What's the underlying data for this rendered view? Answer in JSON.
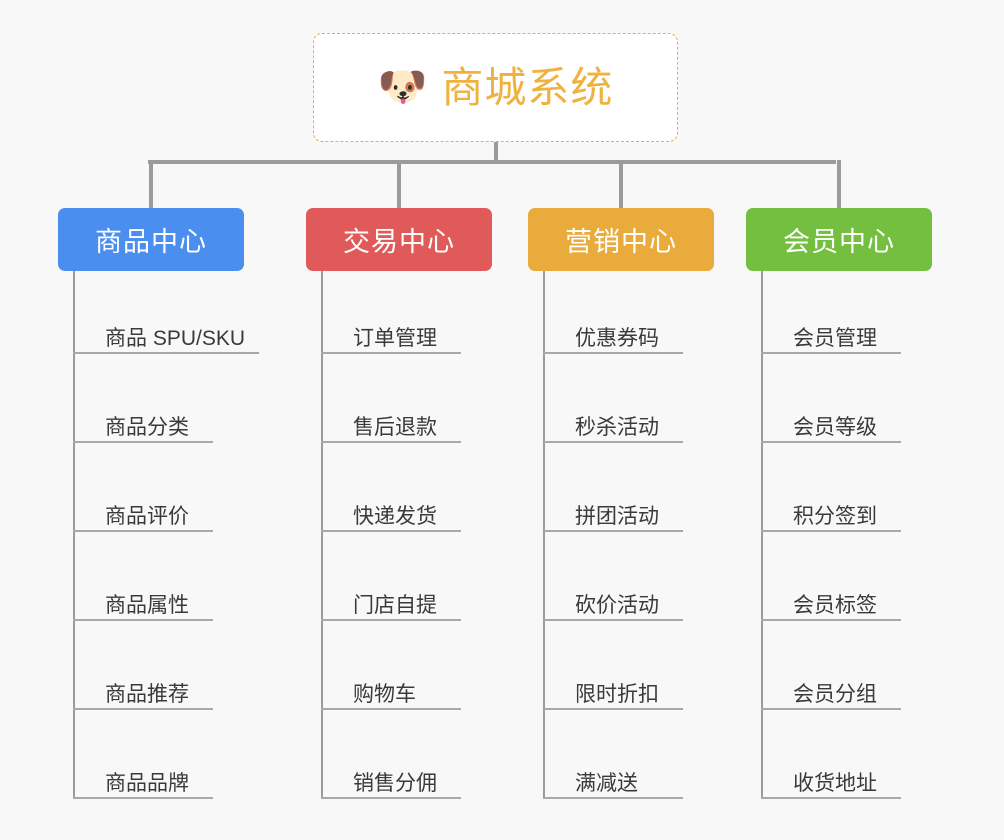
{
  "background_color": "#f8f8f8",
  "connector_color": "#9b9b9b",
  "root": {
    "icon": "dog-face-emoji",
    "emoji": "🐶",
    "title": "商城系统",
    "text_color": "#f0b23f",
    "border_color": "#e8ac4e",
    "background": "#ffffff"
  },
  "categories": [
    {
      "label": "商品中心",
      "color": "#4a8ef0",
      "items": [
        "商品 SPU/SKU",
        "商品分类",
        "商品评价",
        "商品属性",
        "商品推荐",
        "商品品牌"
      ]
    },
    {
      "label": "交易中心",
      "color": "#e15a5a",
      "items": [
        "订单管理",
        "售后退款",
        "快递发货",
        "门店自提",
        "购物车",
        "销售分佣"
      ]
    },
    {
      "label": "营销中心",
      "color": "#eaab3d",
      "items": [
        "优惠券码",
        "秒杀活动",
        "拼团活动",
        "砍价活动",
        "限时折扣",
        "满减送"
      ]
    },
    {
      "label": "会员中心",
      "color": "#74bf40",
      "items": [
        "会员管理",
        "会员等级",
        "积分签到",
        "会员标签",
        "会员分组",
        "收货地址"
      ]
    }
  ]
}
